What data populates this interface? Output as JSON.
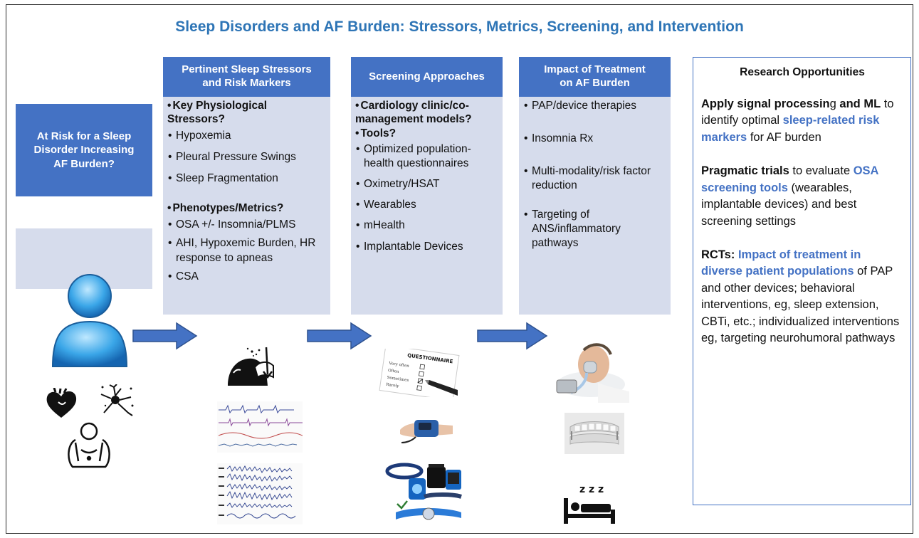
{
  "title": "Sleep Disorders and AF Burden: Stressors, Metrics, Screening, and Intervention",
  "colors": {
    "accent_blue": "#4472c4",
    "title_blue": "#2e75b6",
    "panel_lavender": "#d6dcec"
  },
  "risk_box": {
    "label": "At Risk for a Sleep\nDisorder Increasing\nAF Burden?"
  },
  "stressors": {
    "header": "Pertinent Sleep Stressors\nand Risk Markers",
    "section1": "Key Physiological Stressors?",
    "items1": [
      "Hypoxemia",
      "Pleural Pressure Swings",
      "Sleep Fragmentation"
    ],
    "section2": "Phenotypes/Metrics?",
    "items2": [
      "OSA +/- Insomnia/PLMS",
      "AHI, Hypoxemic Burden, HR response to apneas",
      "CSA"
    ]
  },
  "screening": {
    "header": "Screening Approaches",
    "section1": "Cardiology clinic/co-management models?",
    "section2": "Tools?",
    "items": [
      "Optimized population-health questionnaires",
      "Oximetry/HSAT",
      "Wearables",
      "mHealth",
      "Implantable Devices"
    ]
  },
  "treatment": {
    "header": "Impact of Treatment\non AF Burden",
    "items": [
      "PAP/device therapies",
      "Insomnia Rx",
      "Multi-modality/risk factor reduction",
      "Targeting of ANS/inflammatory pathways"
    ]
  },
  "research": {
    "title": "Research Opportunities",
    "p1": {
      "b1": "Apply signal processin",
      "t1": "g ",
      "b2": "and ML",
      "t2": " to identify optimal ",
      "blue": "sleep-related risk  markers",
      "t3": " for AF burden"
    },
    "p2": {
      "b1": "Pragmatic trials",
      "t1": " to evaluate ",
      "blue": "OSA screening tools",
      "t2": " (wearables, implantable devices) and best screening settings"
    },
    "p3": {
      "b1": "RCTs: ",
      "blue": "Impact of treatment in diverse patient populations",
      "t1": " of PAP and other devices; behavioral interventions, eg, sleep extension, CBTi, etc.; individualized interventions eg, targeting neurohumoral pathways"
    }
  },
  "image_text": {
    "questionnaire": "QUESTIONNAIRE",
    "q_options": [
      "Very often",
      "Often",
      "Sometimes",
      "Rarely"
    ],
    "sleep_z": "z z z"
  },
  "icons": [
    "person-icon",
    "heart-icon",
    "neuron-icon",
    "obese-person-icon",
    "throat-airway-icon",
    "psg-trace-image",
    "eeg-trace-image",
    "questionnaire-image",
    "pulse-oximeter-image",
    "wearables-image",
    "cpap-user-image",
    "oral-appliance-image",
    "sleeping-bed-icon",
    "arrow-icon"
  ]
}
